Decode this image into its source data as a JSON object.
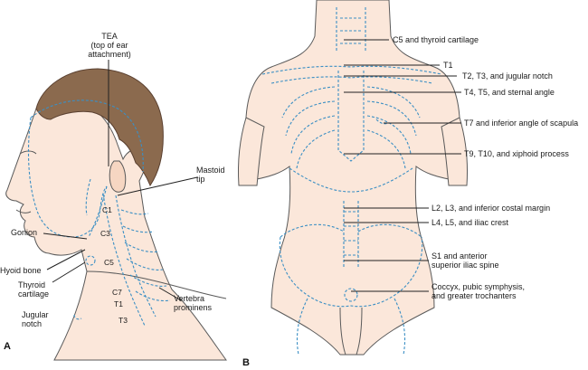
{
  "panel_a": {
    "letter": "A",
    "tea_label": [
      "TEA",
      "(top of ear",
      "attachment)"
    ],
    "mastoid_label": [
      "Mastoid",
      "tip"
    ],
    "gonion_label": "Gonion",
    "hyoid_label": "Hyoid bone",
    "thyroid_label": [
      "Thyroid",
      "cartilage"
    ],
    "jugular_label": [
      "Jugular",
      "notch"
    ],
    "vertebra_label": [
      "Vertebra",
      "prominens"
    ],
    "vertebra_levels": [
      "C1",
      "C3",
      "C5",
      "C7",
      "T1",
      "T3"
    ]
  },
  "panel_b": {
    "letter": "B",
    "landmarks": [
      {
        "lines": [
          "C5 and thyroid cartilage"
        ]
      },
      {
        "lines": [
          "T1"
        ]
      },
      {
        "lines": [
          "T2, T3, and jugular notch"
        ]
      },
      {
        "lines": [
          "T4, T5, and sternal angle"
        ]
      },
      {
        "lines": [
          "T7 and inferior angle of scapula"
        ]
      },
      {
        "lines": [
          "T9, T10, and xiphoid process"
        ]
      },
      {
        "lines": [
          "L2, L3, and inferior costal margin"
        ]
      },
      {
        "lines": [
          "L4, L5, and iliac crest"
        ]
      },
      {
        "lines": [
          "S1 and anterior",
          "superior iliac spine"
        ]
      },
      {
        "lines": [
          "Coccyx, pubic symphysis,",
          "and greater trochanters"
        ]
      }
    ]
  },
  "colors": {
    "hair": "#8b6a4e",
    "skin": "#fbe7da",
    "outline": "#5a5a5a",
    "bone_dash": "#3b8fc4",
    "leader": "#222222",
    "text": "#1a1a1a"
  }
}
